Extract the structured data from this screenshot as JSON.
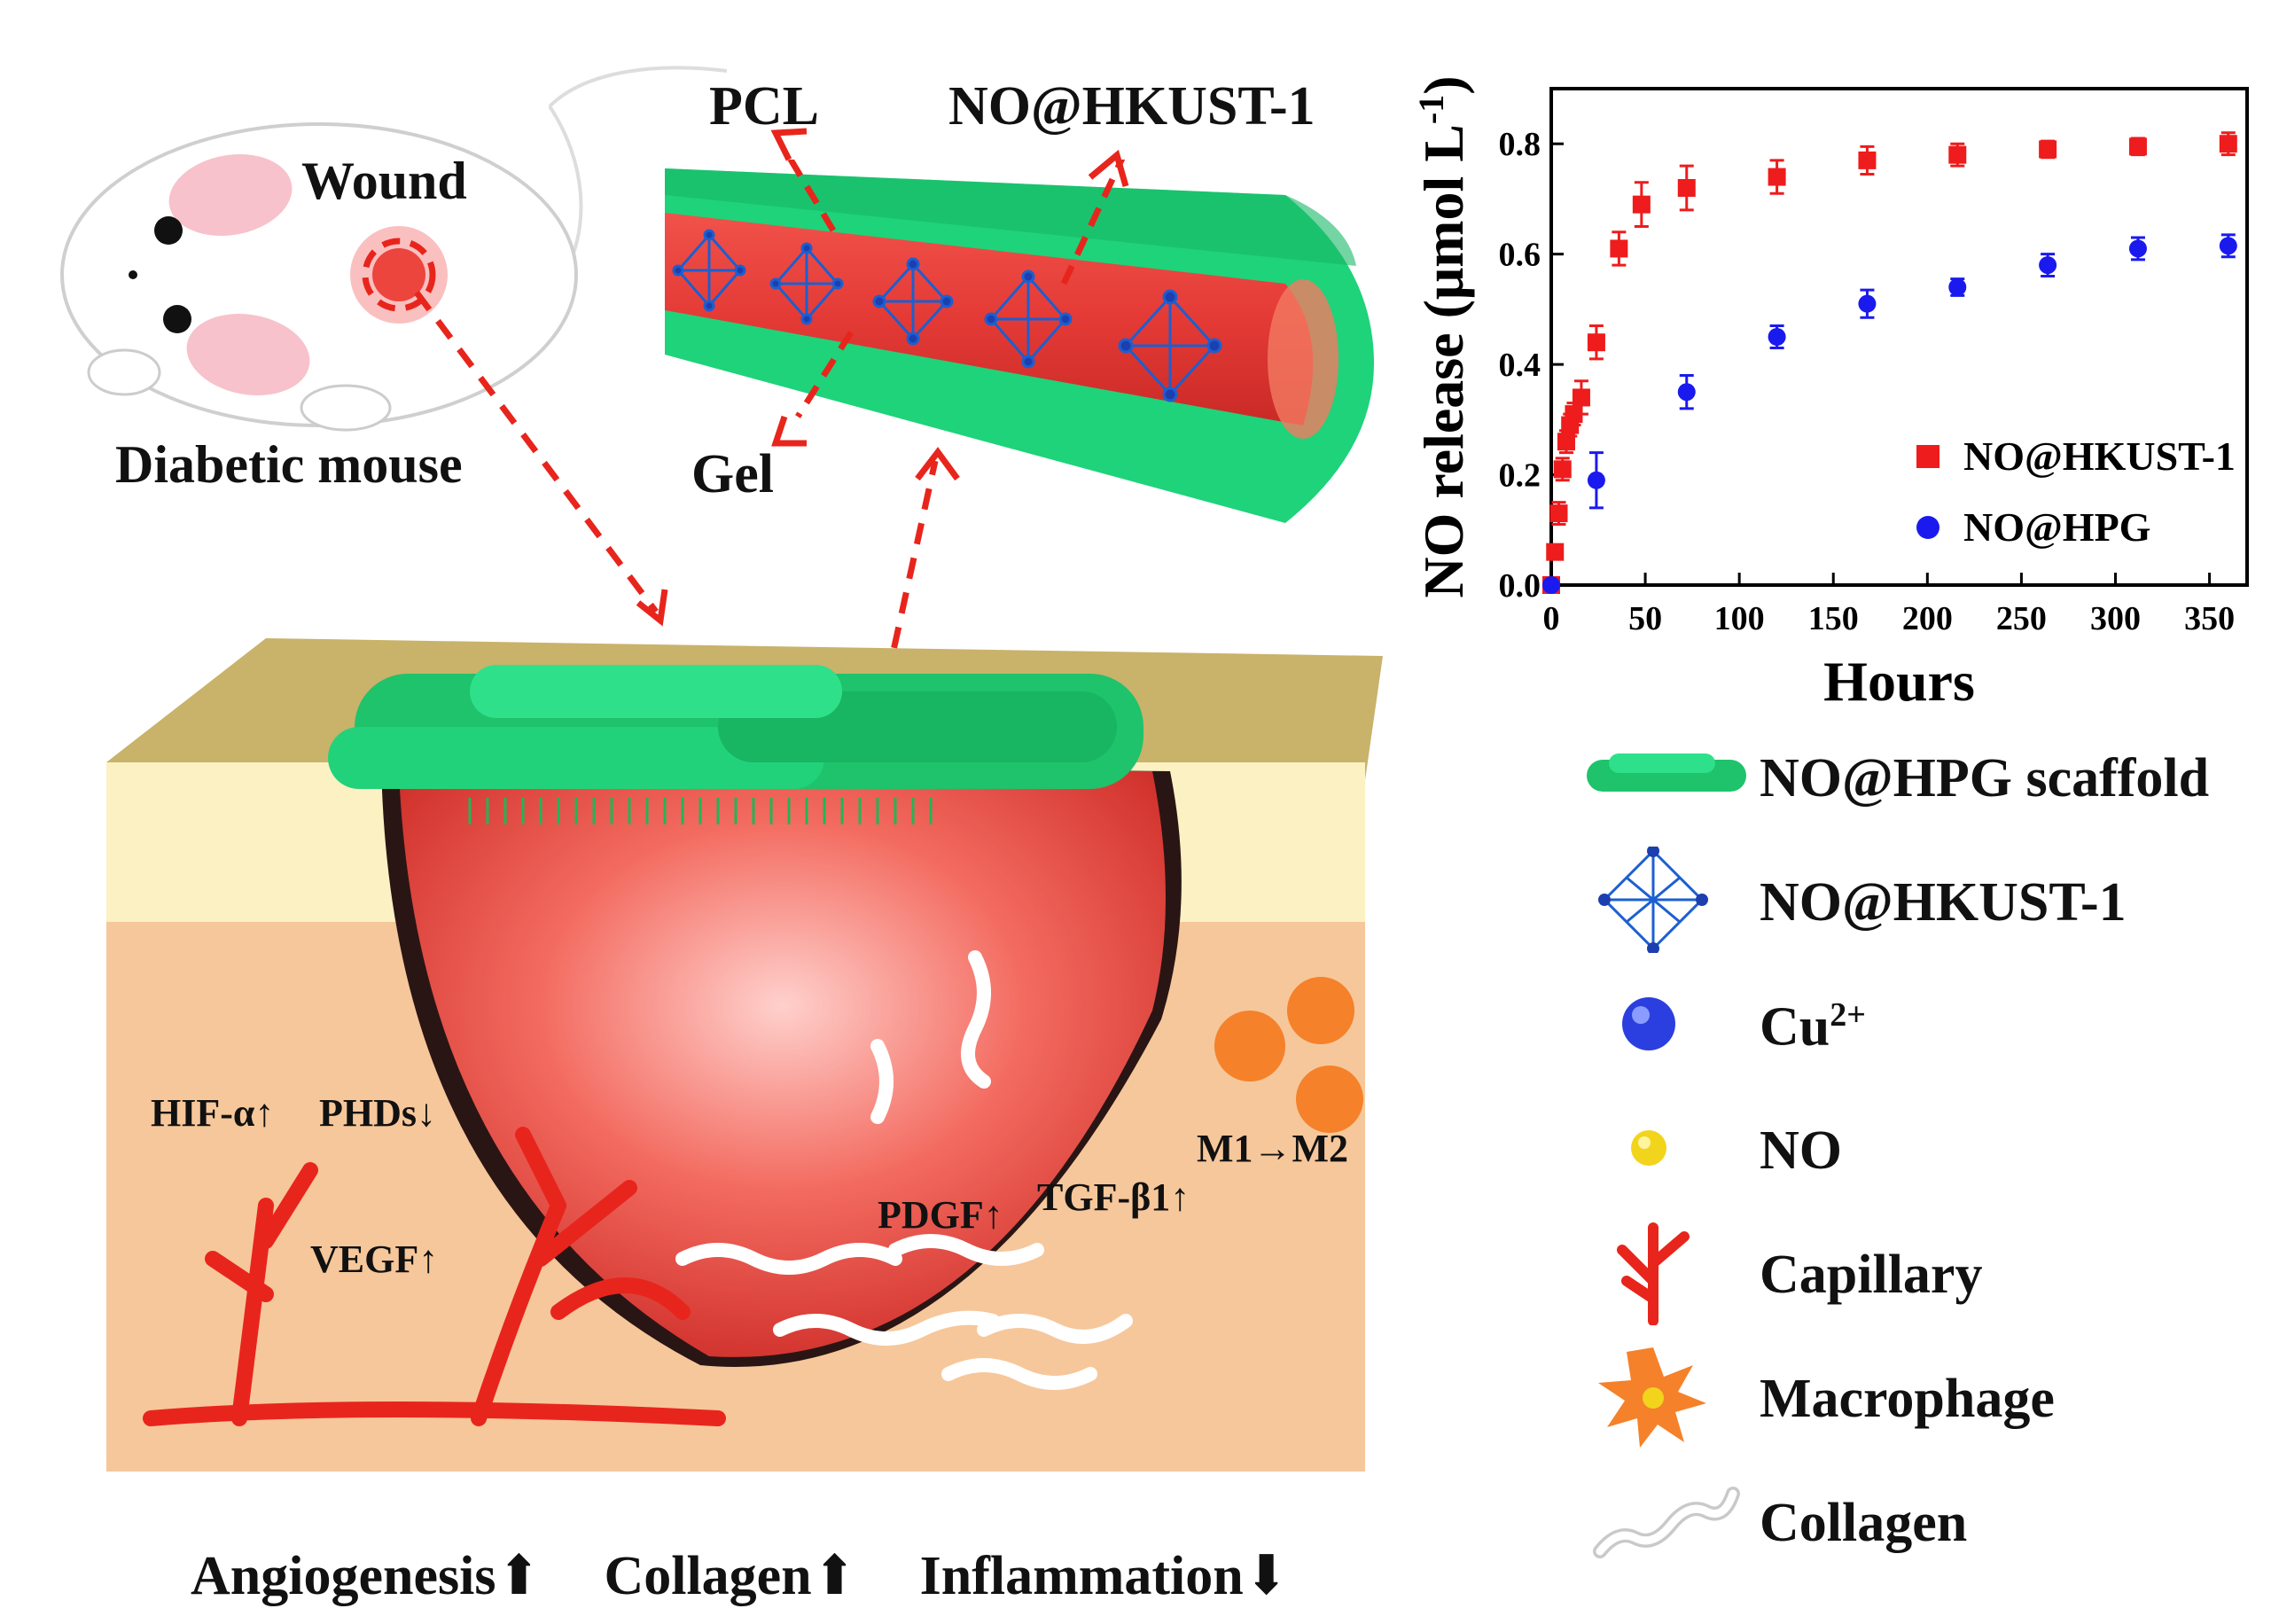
{
  "mouse": {
    "wound_label": "Wound",
    "caption": "Diabetic mouse"
  },
  "fiber": {
    "pcl_label": "PCL",
    "mof_label": "NO@HKUST-1",
    "gel_label": "Gel"
  },
  "wound_bed": {
    "pathway": {
      "hif": "HIF-α↑",
      "phds": "PHDs↓",
      "vegf": "VEGF↑",
      "pdgf": "PDGF↑",
      "tgf": "TGF-β1↑",
      "macrophage_shift": "M1→M2"
    },
    "outcomes": [
      {
        "label": "Angiogenesis",
        "arrow": "⬆"
      },
      {
        "label": "Collagen",
        "arrow": "⬆"
      },
      {
        "label": "Inflammation",
        "arrow": "⬇"
      }
    ]
  },
  "legend": [
    {
      "label": "NO@HPG scaffold",
      "icon": "scaffold-icon"
    },
    {
      "label": "NO@HKUST-1",
      "icon": "mof-crystal-icon"
    },
    {
      "label": "Cu",
      "sup": "2+",
      "icon": "copper-ion-icon"
    },
    {
      "label": "NO",
      "icon": "no-molecule-icon"
    },
    {
      "label": "Capillary",
      "icon": "capillary-icon"
    },
    {
      "label": "Macrophage",
      "icon": "macrophage-icon"
    },
    {
      "label": "Collagen",
      "icon": "collagen-icon"
    }
  ],
  "colors": {
    "scaffold_green": "#1ec36b",
    "tissue_red": "#e63a3a",
    "skin_top": "#c9b26a",
    "skin_epidermis": "#fbf1c3",
    "dermis": "#f6c79a",
    "arrow_green": "#22b556",
    "dashed_red": "#e8251c",
    "series_red": "#ee1c1c",
    "series_blue": "#1a1aee"
  },
  "chart_data": {
    "type": "scatter",
    "ylabel": "NO release (μmol L",
    "ylabel_sup": "-1",
    "ylabel_close": ")",
    "xlabel": "Hours",
    "xlim": [
      0,
      370
    ],
    "ylim": [
      0,
      0.9
    ],
    "xticks": [
      "0",
      "50",
      "100",
      "150",
      "200",
      "250",
      "300",
      "350"
    ],
    "yticks": [
      "0.0",
      "0.2",
      "0.4",
      "0.6",
      "0.8"
    ],
    "xtick_values": [
      0,
      50,
      100,
      150,
      200,
      250,
      300,
      350
    ],
    "ytick_values": [
      0,
      0.2,
      0.4,
      0.6,
      0.8
    ],
    "legend_position": "lower-right",
    "series": [
      {
        "name": "NO@HKUST-1",
        "marker": "square",
        "color": "#ee1c1c",
        "x": [
          0,
          2,
          4,
          6,
          8,
          10,
          12,
          16,
          24,
          36,
          48,
          72,
          120,
          168,
          216,
          264,
          312,
          360
        ],
        "y": [
          0.0,
          0.06,
          0.13,
          0.21,
          0.26,
          0.29,
          0.31,
          0.34,
          0.44,
          0.61,
          0.69,
          0.72,
          0.74,
          0.77,
          0.78,
          0.79,
          0.795,
          0.8
        ],
        "err": [
          0,
          0.01,
          0.02,
          0.02,
          0.02,
          0.02,
          0.02,
          0.03,
          0.03,
          0.03,
          0.04,
          0.04,
          0.03,
          0.025,
          0.02,
          0.015,
          0.015,
          0.02
        ]
      },
      {
        "name": "NO@HPG",
        "marker": "circle",
        "color": "#1a1aee",
        "x": [
          0,
          24,
          72,
          120,
          168,
          216,
          264,
          312,
          360
        ],
        "y": [
          0.0,
          0.19,
          0.35,
          0.45,
          0.51,
          0.54,
          0.58,
          0.61,
          0.615
        ],
        "err": [
          0,
          0.05,
          0.03,
          0.02,
          0.025,
          0.015,
          0.02,
          0.02,
          0.02
        ]
      }
    ]
  }
}
